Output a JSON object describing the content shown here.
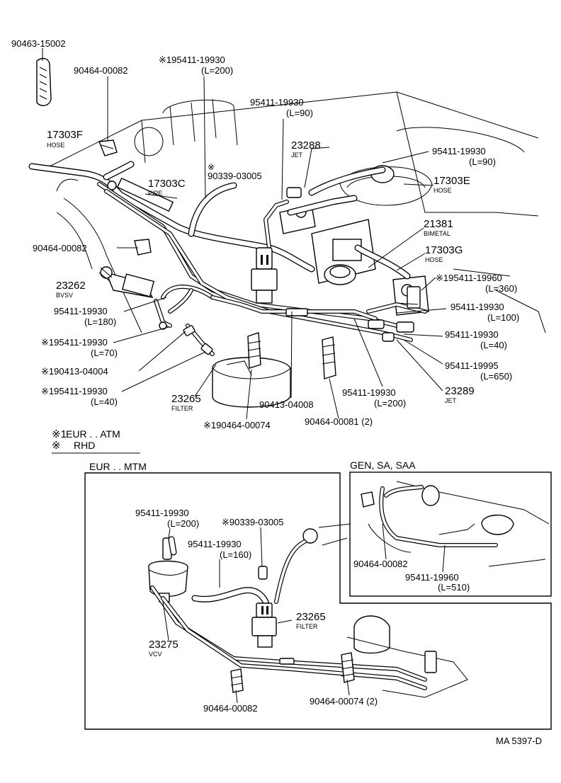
{
  "labels": {
    "p90463_15002": "90463-15002",
    "p90464_00082_top": "90464-00082",
    "p195411_19930_l200_star": "※195411-19930",
    "p195411_19930_l200_len": "(L=200)",
    "p95411_19930_l90a": "95411-19930",
    "p95411_19930_l90a_len": "(L=90)",
    "p17303F": "17303F",
    "hose1": "HOSE",
    "star1": "※",
    "p90339_03005": "90339-03005",
    "p23288": "23288",
    "jet1": "JET",
    "p95411_19930_l90b": "95411-19930",
    "p95411_19930_l90b_len": "(L=90)",
    "p17303C": "17303C",
    "pipe": "PIPE",
    "p17303E": "17303E",
    "hose2": "HOSE",
    "p21381": "21381",
    "bimetal": "BIMETAL",
    "p90464_00082_mid": "90464-00082",
    "p17303G": "17303G",
    "hose3": "HOSE",
    "p23262": "23262",
    "bvsv": "BVSV",
    "p195411_19960_l360": "※195411-19960",
    "p195411_19960_l360_len": "(L=360)",
    "p95411_19930_l180": "95411-19930",
    "p95411_19930_l180_len": "(L=180)",
    "p95411_19930_l100": "95411-19930",
    "p95411_19930_l100_len": "(L=100)",
    "p195411_19930_l70": "※195411-19930",
    "p195411_19930_l70_len": "(L=70)",
    "p95411_19930_l40": "95411-19930",
    "p95411_19930_l40_len": "(L=40)",
    "p190413_04004": "※190413-04004",
    "p95411_19995": "95411-19995",
    "p95411_19995_len": "(L=650)",
    "p195411_19930_l40b": "※195411-19930",
    "p195411_19930_l40b_len": "(L=40)",
    "p23265a": "23265",
    "filter1": "FILTER",
    "p95411_19930_l200b": "95411-19930",
    "p95411_19930_l200b_len": "(L=200)",
    "p23289": "23289",
    "jet2": "JET",
    "p90413_04008": "90413-04008",
    "p190464_00074": "※190464-00074",
    "p90464_00081": "90464-00081 (2)",
    "legend1_mark": "※1",
    "legend1_text": "EUR . . ATM",
    "legend2_mark": "※",
    "legend2_text": "RHD"
  },
  "inset_eur": {
    "title": "EUR . . MTM",
    "p95411_19930_l200": "95411-19930",
    "p95411_19930_l200_len": "(L=200)",
    "p90339_03005": "※90339-03005",
    "p95411_19930_l160": "95411-19930",
    "p95411_19930_l160_len": "(L=160)",
    "p23265": "23265",
    "filter": "FILTER",
    "p23275": "23275",
    "vcv": "VCV",
    "p90464_00082": "90464-00082",
    "p90464_00074": "90464-00074 (2)"
  },
  "inset_gen": {
    "title": "GEN, SA, SAA",
    "p90464_00082": "90464-00082",
    "p95411_19960": "95411-19960",
    "p95411_19960_len": "(L=510)"
  },
  "footer": {
    "code": "MA 5397-D"
  }
}
